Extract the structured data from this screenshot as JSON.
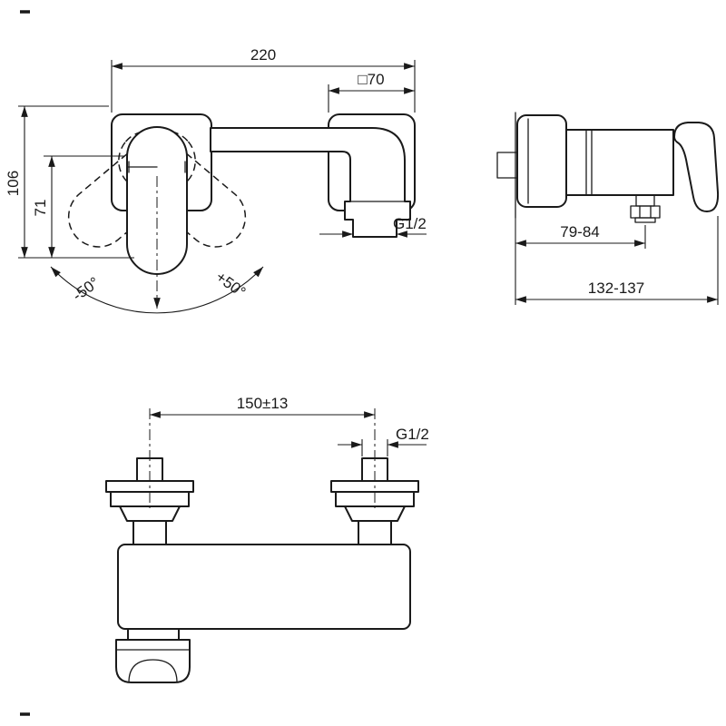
{
  "colors": {
    "line": "#1a1a1a",
    "background": "#ffffff"
  },
  "front_view": {
    "dims": {
      "overall_width": "220",
      "escutcheon_square": "□70",
      "height_total": "106",
      "height_handle": "71",
      "outlet_thread": "G1/2",
      "handle_angle_left": "-50°",
      "handle_angle_right": "+50°"
    }
  },
  "side_view": {
    "dims": {
      "depth_body": "79-84",
      "depth_total": "132-137"
    }
  },
  "shower_view": {
    "dims": {
      "inlet_centers": "150±13",
      "inlet_thread": "G1/2"
    }
  }
}
